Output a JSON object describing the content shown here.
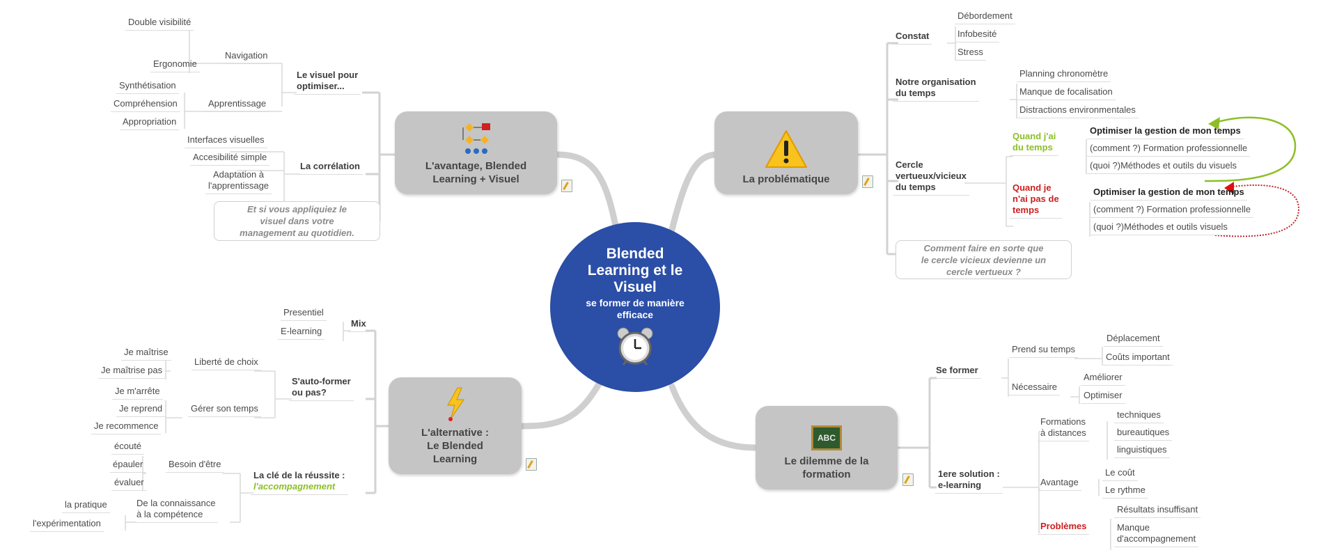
{
  "center": {
    "title": "Blended\nLearning et le\nVisuel",
    "subtitle": "se former de manière\nefficace",
    "icon": "alarm-clock-icon"
  },
  "colors": {
    "center": "#2b4ea6",
    "topic": "#c5c5c5",
    "green": "#8cbf26",
    "red": "#cc1f1f"
  },
  "tl": {
    "title": "L'avantage, Blended\nLearning + Visuel",
    "icon": "org-chart-icon",
    "visuel": "Le visuel pour\noptimiser...",
    "navigation": "Navigation",
    "double": "Double visibilité",
    "ergonomie": "Ergonomie",
    "apprentissage": "Apprentissage",
    "synthetisation": "Synthétisation",
    "comprehension": "Compréhension",
    "appropriation": "Appropriation",
    "correlation": "La corrélation",
    "interfaces": "Interfaces visuelles",
    "accesibilite": "Accesibilité simple",
    "adaptation": "Adaptation à\nl'apprentissage",
    "note": "Et si vous appliquiez le\nvisuel dans votre\nmanagement au quotidien."
  },
  "tr": {
    "title": "La problématique",
    "icon": "warning-icon",
    "constat": "Constat",
    "debordement": "Débordement",
    "infobesite": "Infobesité",
    "stress": "Stress",
    "organisation": "Notre organisation\ndu temps",
    "planning": "Planning chronomètre",
    "manque": "Manque de focalisation",
    "distractions": "Distractions environmentales",
    "cercle": "Cercle\nvertueux/vicieux\ndu temps",
    "quand_ai": "Quand j'ai\ndu temps",
    "opt1": "Optimiser la gestion de mon temps",
    "comment1": "(comment ?) Formation professionnelle",
    "quoi1": "(quoi ?)Méthodes et outils du visuels",
    "quand_pas": "Quand je\nn'ai pas de\ntemps",
    "opt2": "Optimiser la gestion de mon temps",
    "comment2": "(comment ?) Formation professionnelle",
    "quoi2": "(quoi ?)Méthodes et outils visuels",
    "note": "Comment faire en sorte que\nle cercle vicieux devienne un\ncercle vertueux ?"
  },
  "bl": {
    "title": "L'alternative :\nLe Blended\nLearning",
    "icon": "lightning-icon",
    "mix": "Mix",
    "presentiel": "Presentiel",
    "elearning": "E-learning",
    "autoformer": "S'auto-former\nou pas?",
    "liberte": "Liberté de choix",
    "maitrise": "Je maîtrise",
    "maitrise_pas": "Je maîtrise pas",
    "gerer": "Gérer son temps",
    "arrete": "Je m'arrête",
    "reprend": "Je reprend",
    "recommence": "Je recommence",
    "cle": "La clé de la réussite :",
    "accompagnement": "l'accompagnement",
    "besoin": "Besoin d'être",
    "ecoute": "écouté",
    "epauler": "épauler",
    "evaluer": "évaluer",
    "connaissance": "De la connaissance\nà la compétence",
    "pratique": "la pratique",
    "experimentation": "l'expérimentation"
  },
  "br": {
    "title": "Le dilemme de la\nformation",
    "icon": "chalkboard-abc-icon",
    "board_text": "ABC",
    "seformer": "Se former",
    "prend": "Prend su temps",
    "deplacement": "Déplacement",
    "couts": "Coûts important",
    "necessaire": "Nécessaire",
    "ameliorer": "Améliorer",
    "optimiser": "Optimiser",
    "solution": "1ere solution :\n e-learning",
    "formations": "Formations\nà distances",
    "techniques": "techniques",
    "bureautiques": "bureautiques",
    "linguistiques": "linguistiques",
    "avantage": "Avantage",
    "cout": "Le coût",
    "rythme": "Le rythme",
    "problemes": "Problèmes",
    "resultats": "Résultats insuffisant",
    "manque_acc": "Manque\nd'accompagnement"
  }
}
